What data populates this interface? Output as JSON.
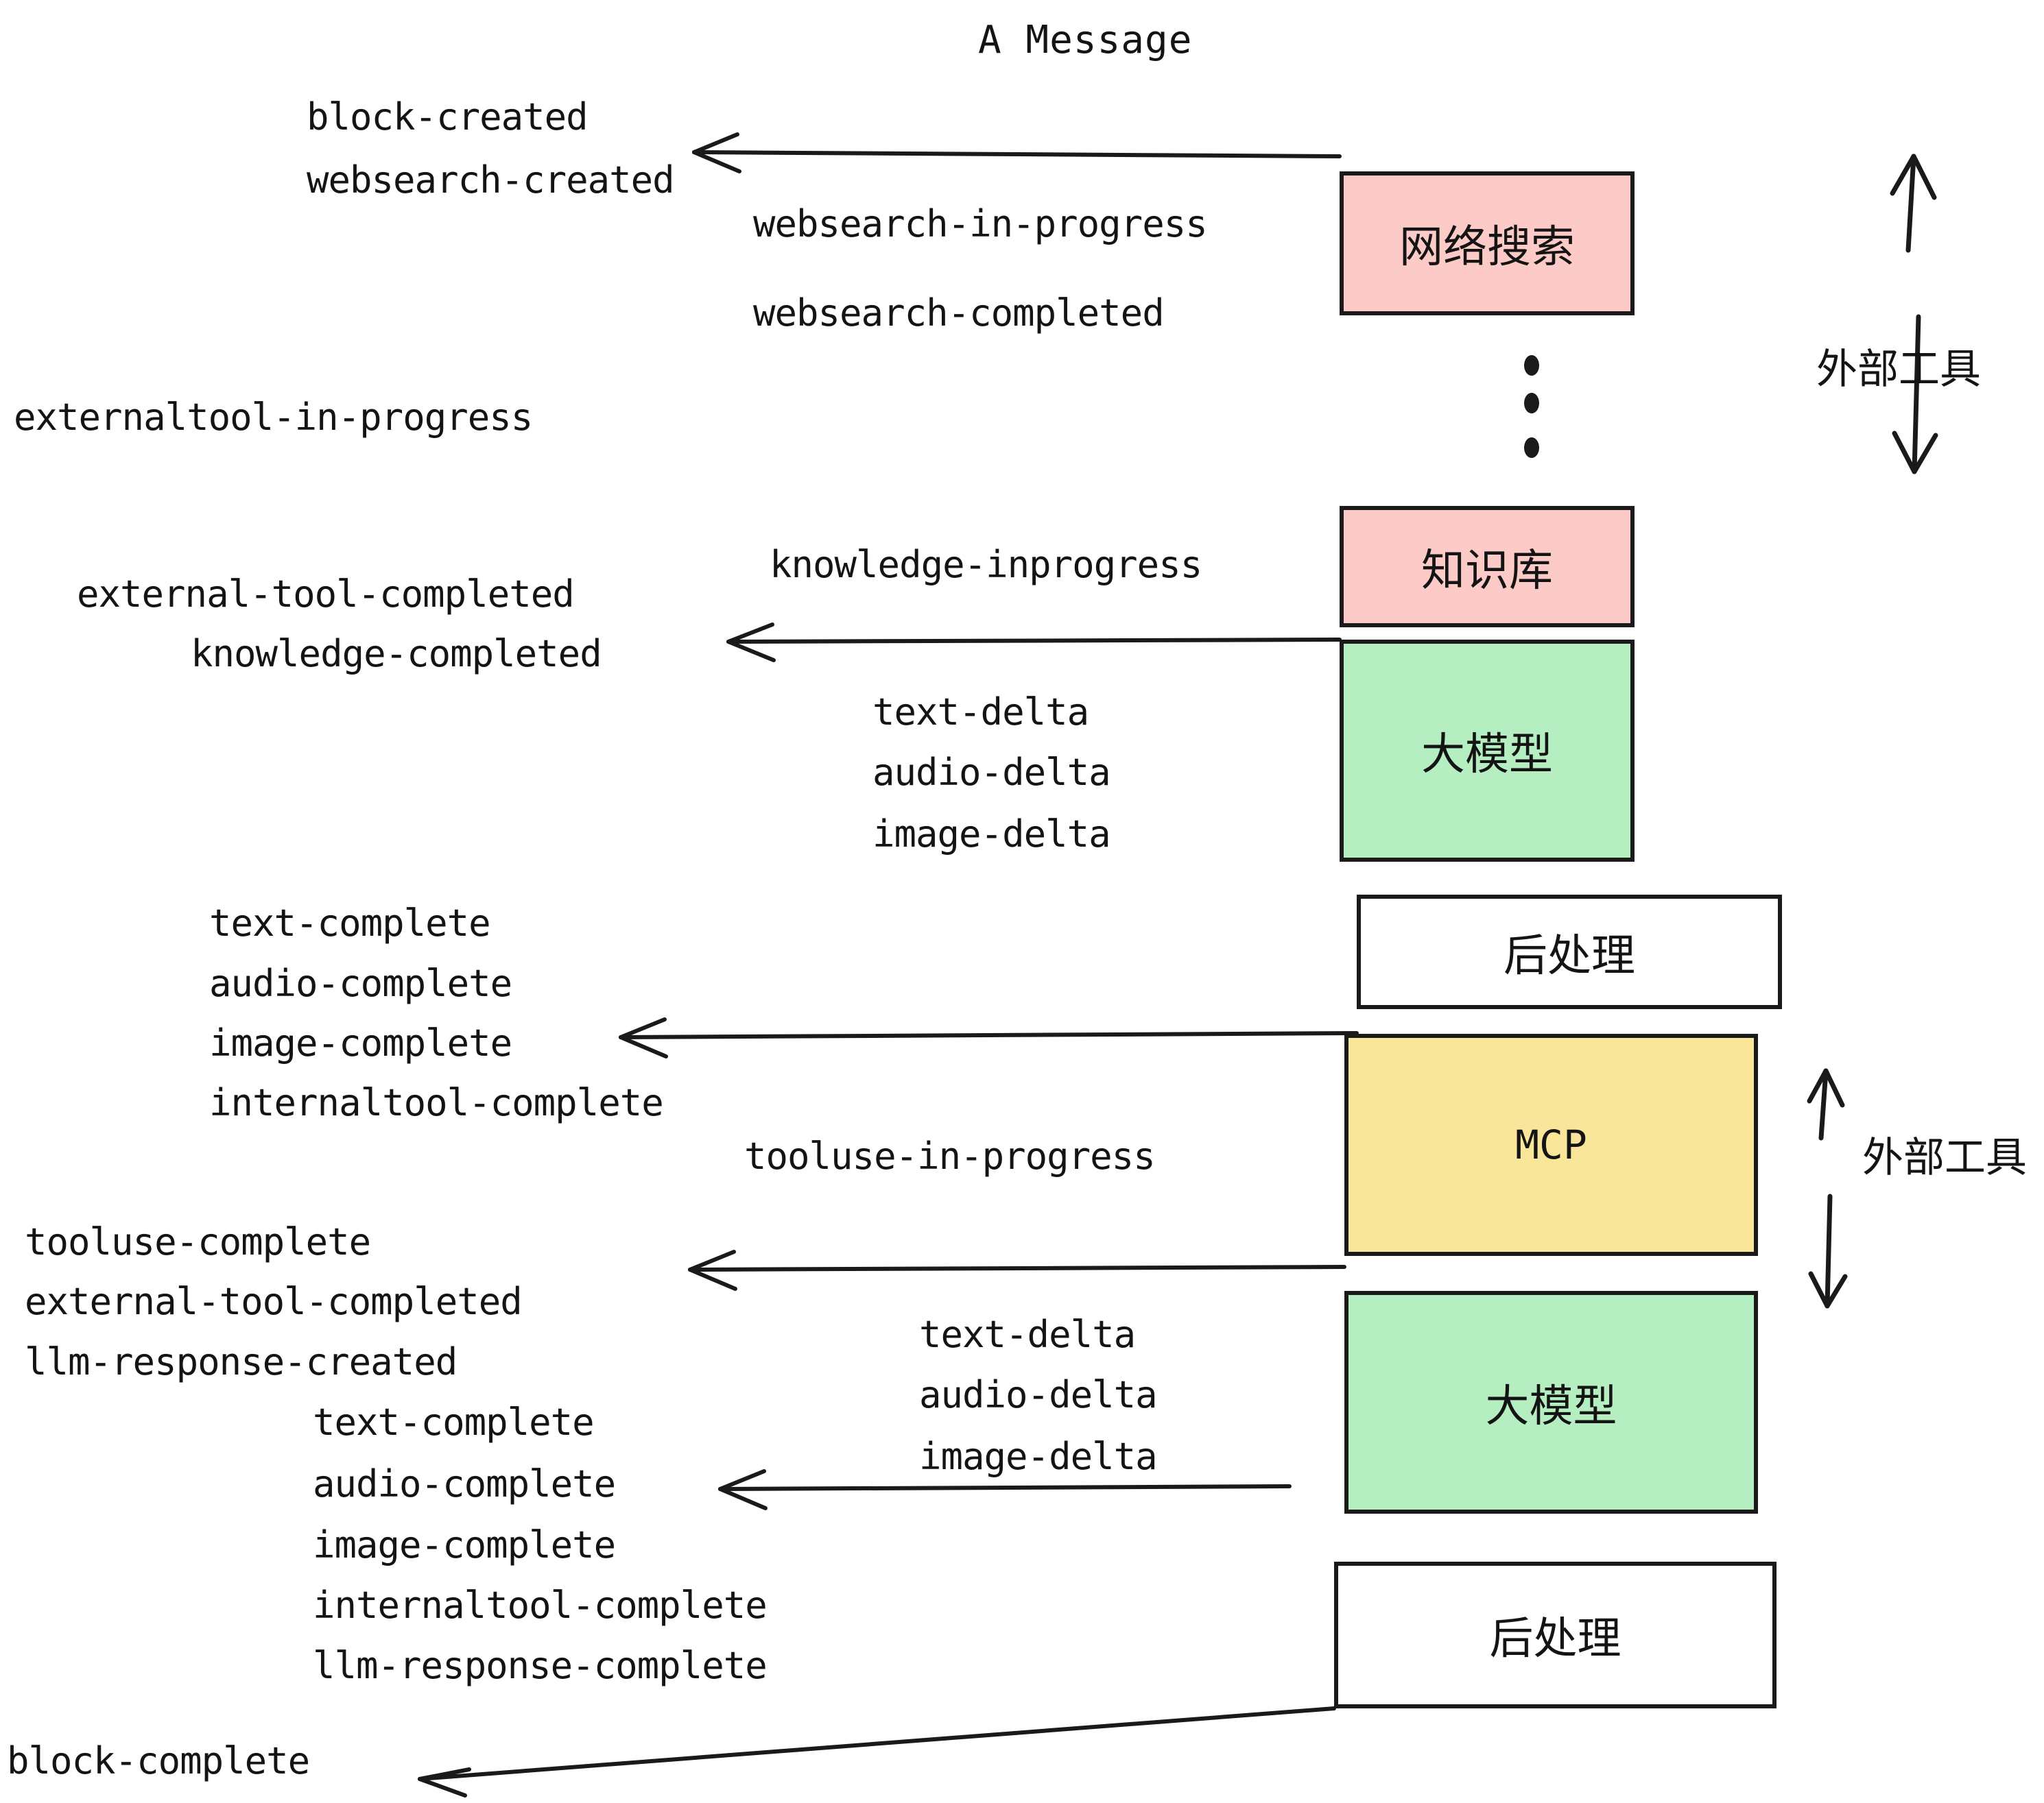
{
  "title": "A Message",
  "colors": {
    "pink": "#fccac7",
    "green": "#b4eec1",
    "yellow": "#fae69a",
    "white": "#ffffff",
    "stroke": "#1a1a1a",
    "text": "#141414"
  },
  "nodes": [
    {
      "id": "websearch",
      "label": "网络搜索",
      "fill": "#fccac7",
      "mono": false
    },
    {
      "id": "knowledge",
      "label": "知识库",
      "fill": "#fccac7",
      "mono": false
    },
    {
      "id": "llm1",
      "label": "大模型",
      "fill": "#b4eec1",
      "mono": false
    },
    {
      "id": "post1",
      "label": "后处理",
      "fill": "#ffffff",
      "mono": false
    },
    {
      "id": "mcp",
      "label": "MCP",
      "fill": "#fae69a",
      "mono": true
    },
    {
      "id": "llm2",
      "label": "大模型",
      "fill": "#b4eec1",
      "mono": false
    },
    {
      "id": "post2",
      "label": "后处理",
      "fill": "#ffffff",
      "mono": false
    }
  ],
  "group_labels": [
    {
      "id": "external-tools-top",
      "text": "外部工具"
    },
    {
      "id": "external-tools-bottom",
      "text": "外部工具"
    }
  ],
  "events": [
    {
      "id": "ev-block-created",
      "text": "block-created"
    },
    {
      "id": "ev-websearch-created",
      "text": "websearch-created"
    },
    {
      "id": "ev-websearch-in-progress",
      "text": "websearch-in-progress"
    },
    {
      "id": "ev-websearch-completed",
      "text": "websearch-completed"
    },
    {
      "id": "ev-externaltool-in-progress",
      "text": "externaltool-in-progress"
    },
    {
      "id": "ev-knowledge-inprogress",
      "text": "knowledge-inprogress"
    },
    {
      "id": "ev-external-tool-completed-1",
      "text": "external-tool-completed"
    },
    {
      "id": "ev-knowledge-completed",
      "text": "knowledge-completed"
    },
    {
      "id": "ev-text-delta-1",
      "text": "text-delta"
    },
    {
      "id": "ev-audio-delta-1",
      "text": "audio-delta"
    },
    {
      "id": "ev-image-delta-1",
      "text": "image-delta"
    },
    {
      "id": "ev-text-complete-1",
      "text": "text-complete"
    },
    {
      "id": "ev-audio-complete-1",
      "text": "audio-complete"
    },
    {
      "id": "ev-image-complete-1",
      "text": "image-complete"
    },
    {
      "id": "ev-internaltool-complete-1",
      "text": "internaltool-complete"
    },
    {
      "id": "ev-tooluse-in-progress",
      "text": "tooluse-in-progress"
    },
    {
      "id": "ev-tooluse-complete",
      "text": "tooluse-complete"
    },
    {
      "id": "ev-external-tool-completed-2",
      "text": "external-tool-completed"
    },
    {
      "id": "ev-llm-response-created",
      "text": "llm-response-created"
    },
    {
      "id": "ev-text-delta-2",
      "text": "text-delta"
    },
    {
      "id": "ev-audio-delta-2",
      "text": "audio-delta"
    },
    {
      "id": "ev-image-delta-2",
      "text": "image-delta"
    },
    {
      "id": "ev-text-complete-2",
      "text": "text-complete"
    },
    {
      "id": "ev-audio-complete-2",
      "text": "audio-complete"
    },
    {
      "id": "ev-image-complete-2",
      "text": "image-complete"
    },
    {
      "id": "ev-internaltool-complete-2",
      "text": "internaltool-complete"
    },
    {
      "id": "ev-llm-response-complete",
      "text": "llm-response-complete"
    },
    {
      "id": "ev-block-complete",
      "text": "block-complete"
    }
  ]
}
